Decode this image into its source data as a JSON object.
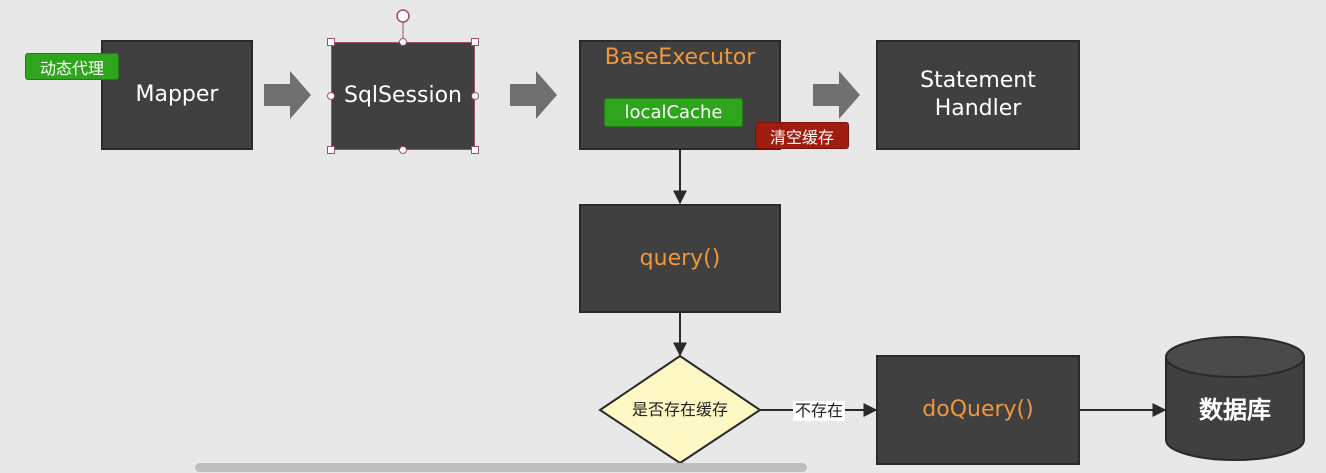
{
  "nodes": {
    "mapper": "Mapper",
    "sqlsession": "SqlSession",
    "base_executor": "BaseExecutor",
    "statement_handler": [
      "Statement",
      "Handler"
    ],
    "query": "query()",
    "cache_check": "是否存在缓存",
    "do_query": "doQuery()",
    "database": "数据库"
  },
  "tags": {
    "proxy": "动态代理",
    "local_cache": "localCache",
    "clear_cache": "清空缓存"
  },
  "edges": {
    "not_exist": "不存在"
  },
  "colors": {
    "background": "#e8e8e8",
    "box_fill": "#404040",
    "orange_text": "#f0963c",
    "green_tag": "#2ea51c",
    "red_tag": "#a01c0e",
    "diamond_fill": "#fdf8c4",
    "block_arrow": "#707070"
  }
}
